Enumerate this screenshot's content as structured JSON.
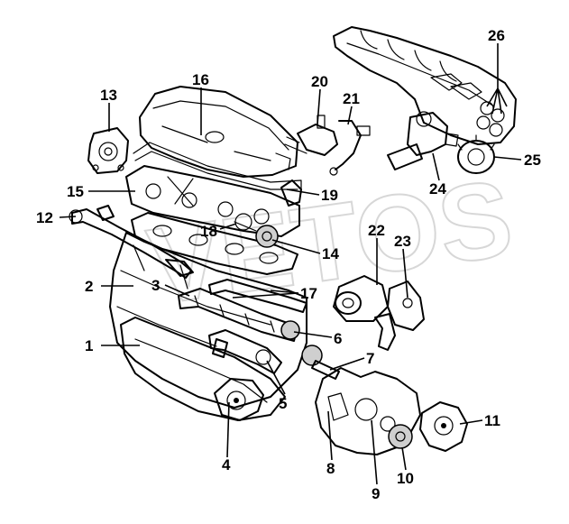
{
  "callouts": [
    {
      "id": "c1",
      "text": "1"
    },
    {
      "id": "c2",
      "text": "2"
    },
    {
      "id": "c3",
      "text": "3"
    },
    {
      "id": "c4",
      "text": "4"
    },
    {
      "id": "c5",
      "text": "5"
    },
    {
      "id": "c6",
      "text": "6"
    },
    {
      "id": "c7",
      "text": "7"
    },
    {
      "id": "c8",
      "text": "8"
    },
    {
      "id": "c9",
      "text": "9"
    },
    {
      "id": "c10",
      "text": "10"
    },
    {
      "id": "c11",
      "text": "11"
    },
    {
      "id": "c12",
      "text": "12"
    },
    {
      "id": "c13",
      "text": "13"
    },
    {
      "id": "c14",
      "text": "14"
    },
    {
      "id": "c15",
      "text": "15"
    },
    {
      "id": "c16",
      "text": "16"
    },
    {
      "id": "c17",
      "text": "17"
    },
    {
      "id": "c18",
      "text": "18"
    },
    {
      "id": "c19",
      "text": "19"
    },
    {
      "id": "c20",
      "text": "20"
    },
    {
      "id": "c21",
      "text": "21"
    },
    {
      "id": "c22",
      "text": "22"
    },
    {
      "id": "c23",
      "text": "23"
    },
    {
      "id": "c24",
      "text": "24"
    },
    {
      "id": "c25",
      "text": "25"
    },
    {
      "id": "c26",
      "text": "26"
    }
  ],
  "watermark": "VETOS"
}
